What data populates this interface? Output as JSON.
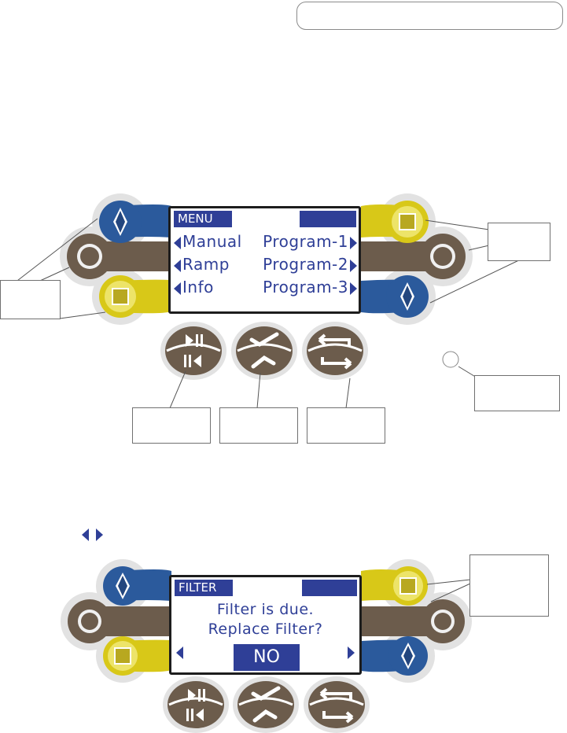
{
  "menu_screen": {
    "header_label": "MENU",
    "left_items": [
      "Manual",
      "Ramp",
      "Info"
    ],
    "right_items": [
      "Program-1",
      "Program-2",
      "Program-3"
    ]
  },
  "filter_screen": {
    "header_label": "FILTER",
    "message_line1": "Filter is due.",
    "message_line2": "Replace Filter?",
    "selected_option": "NO"
  },
  "icons": {
    "up_button": "diamond-icon",
    "middle_button": "circle-icon",
    "down_button": "square-icon",
    "play_pause": "play-pause-icon",
    "confirm": "check-icon",
    "back": "return-arrows-icon"
  },
  "colors": {
    "blue": "#2b5a9c",
    "brown": "#6c5c4c",
    "yellow": "#d8c818",
    "lcd_blue": "#2f3f97",
    "halo": "#dcdcdc"
  }
}
